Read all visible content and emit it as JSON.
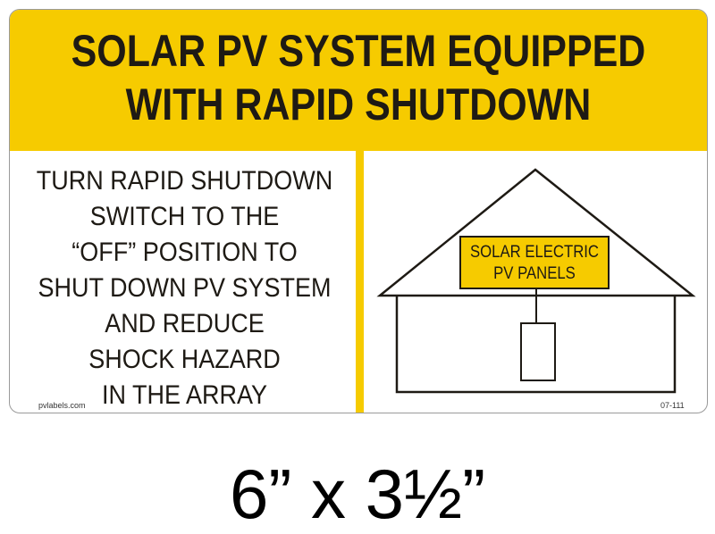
{
  "sign": {
    "title_line1": "SOLAR PV SYSTEM EQUIPPED",
    "title_line2": "WITH RAPID SHUTDOWN",
    "instructions": [
      "TURN RAPID SHUTDOWN",
      "SWITCH TO THE",
      "“OFF” POSITION TO",
      "SHUT DOWN PV SYSTEM",
      "AND REDUCE",
      "SHOCK HAZARD",
      "IN THE ARRAY"
    ],
    "panel_label_line1": "SOLAR ELECTRIC",
    "panel_label_line2": "PV PANELS",
    "website": "pvlabels.com",
    "part_number": "07-111"
  },
  "size_caption": "6” x 3½”",
  "colors": {
    "accent_yellow": "#f6cb00",
    "text": "#1e1a14",
    "border": "#9a9a9a"
  }
}
